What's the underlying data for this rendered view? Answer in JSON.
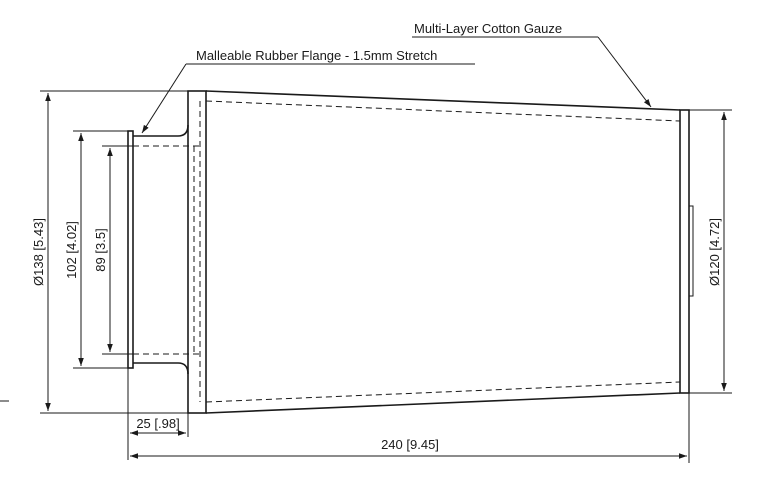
{
  "callouts": {
    "gauze": "Multi-Layer Cotton Gauze",
    "flange": "Malleable Rubber Flange - 1.5mm Stretch"
  },
  "dimensions": {
    "outer_diameter": "Ø138 [5.43]",
    "flange_outer": "102 [4.02]",
    "flange_inner": "89 [3.5]",
    "end_diameter": "Ø120 [4.72]",
    "flange_length": "25 [.98]",
    "overall_length": "240 [9.45]"
  }
}
